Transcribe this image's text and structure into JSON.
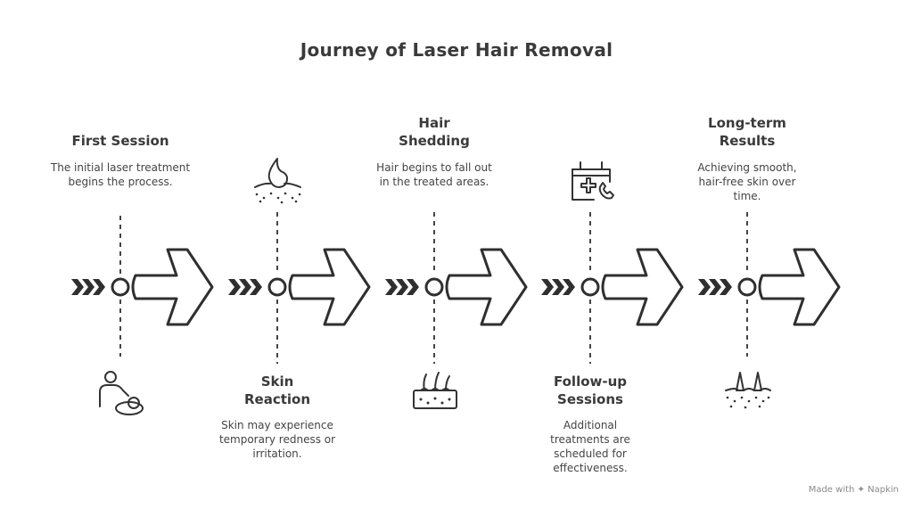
{
  "title": "Journey of Laser Hair Removal",
  "steps": [
    {
      "heading": "First Session",
      "description": "The initial laser treatment begins the process.",
      "icon": "person-treating-patient-icon"
    },
    {
      "heading": "Skin Reaction",
      "description": "Skin may experience temporary redness or irritation.",
      "icon": "skin-droplet-icon"
    },
    {
      "heading": "Hair Shedding",
      "description": "Hair begins to fall out in the treated areas.",
      "icon": "skin-hair-follicles-icon"
    },
    {
      "heading": "Follow-up Sessions",
      "description": "Additional treatments are scheduled for effectiveness.",
      "icon": "medical-calendar-phone-icon"
    },
    {
      "heading": "Long-term Results",
      "description": "Achieving smooth, hair-free skin over time.",
      "icon": "smooth-skin-hair-icon"
    }
  ],
  "footer": {
    "made_with": "Made with",
    "brand": "Napkin"
  }
}
